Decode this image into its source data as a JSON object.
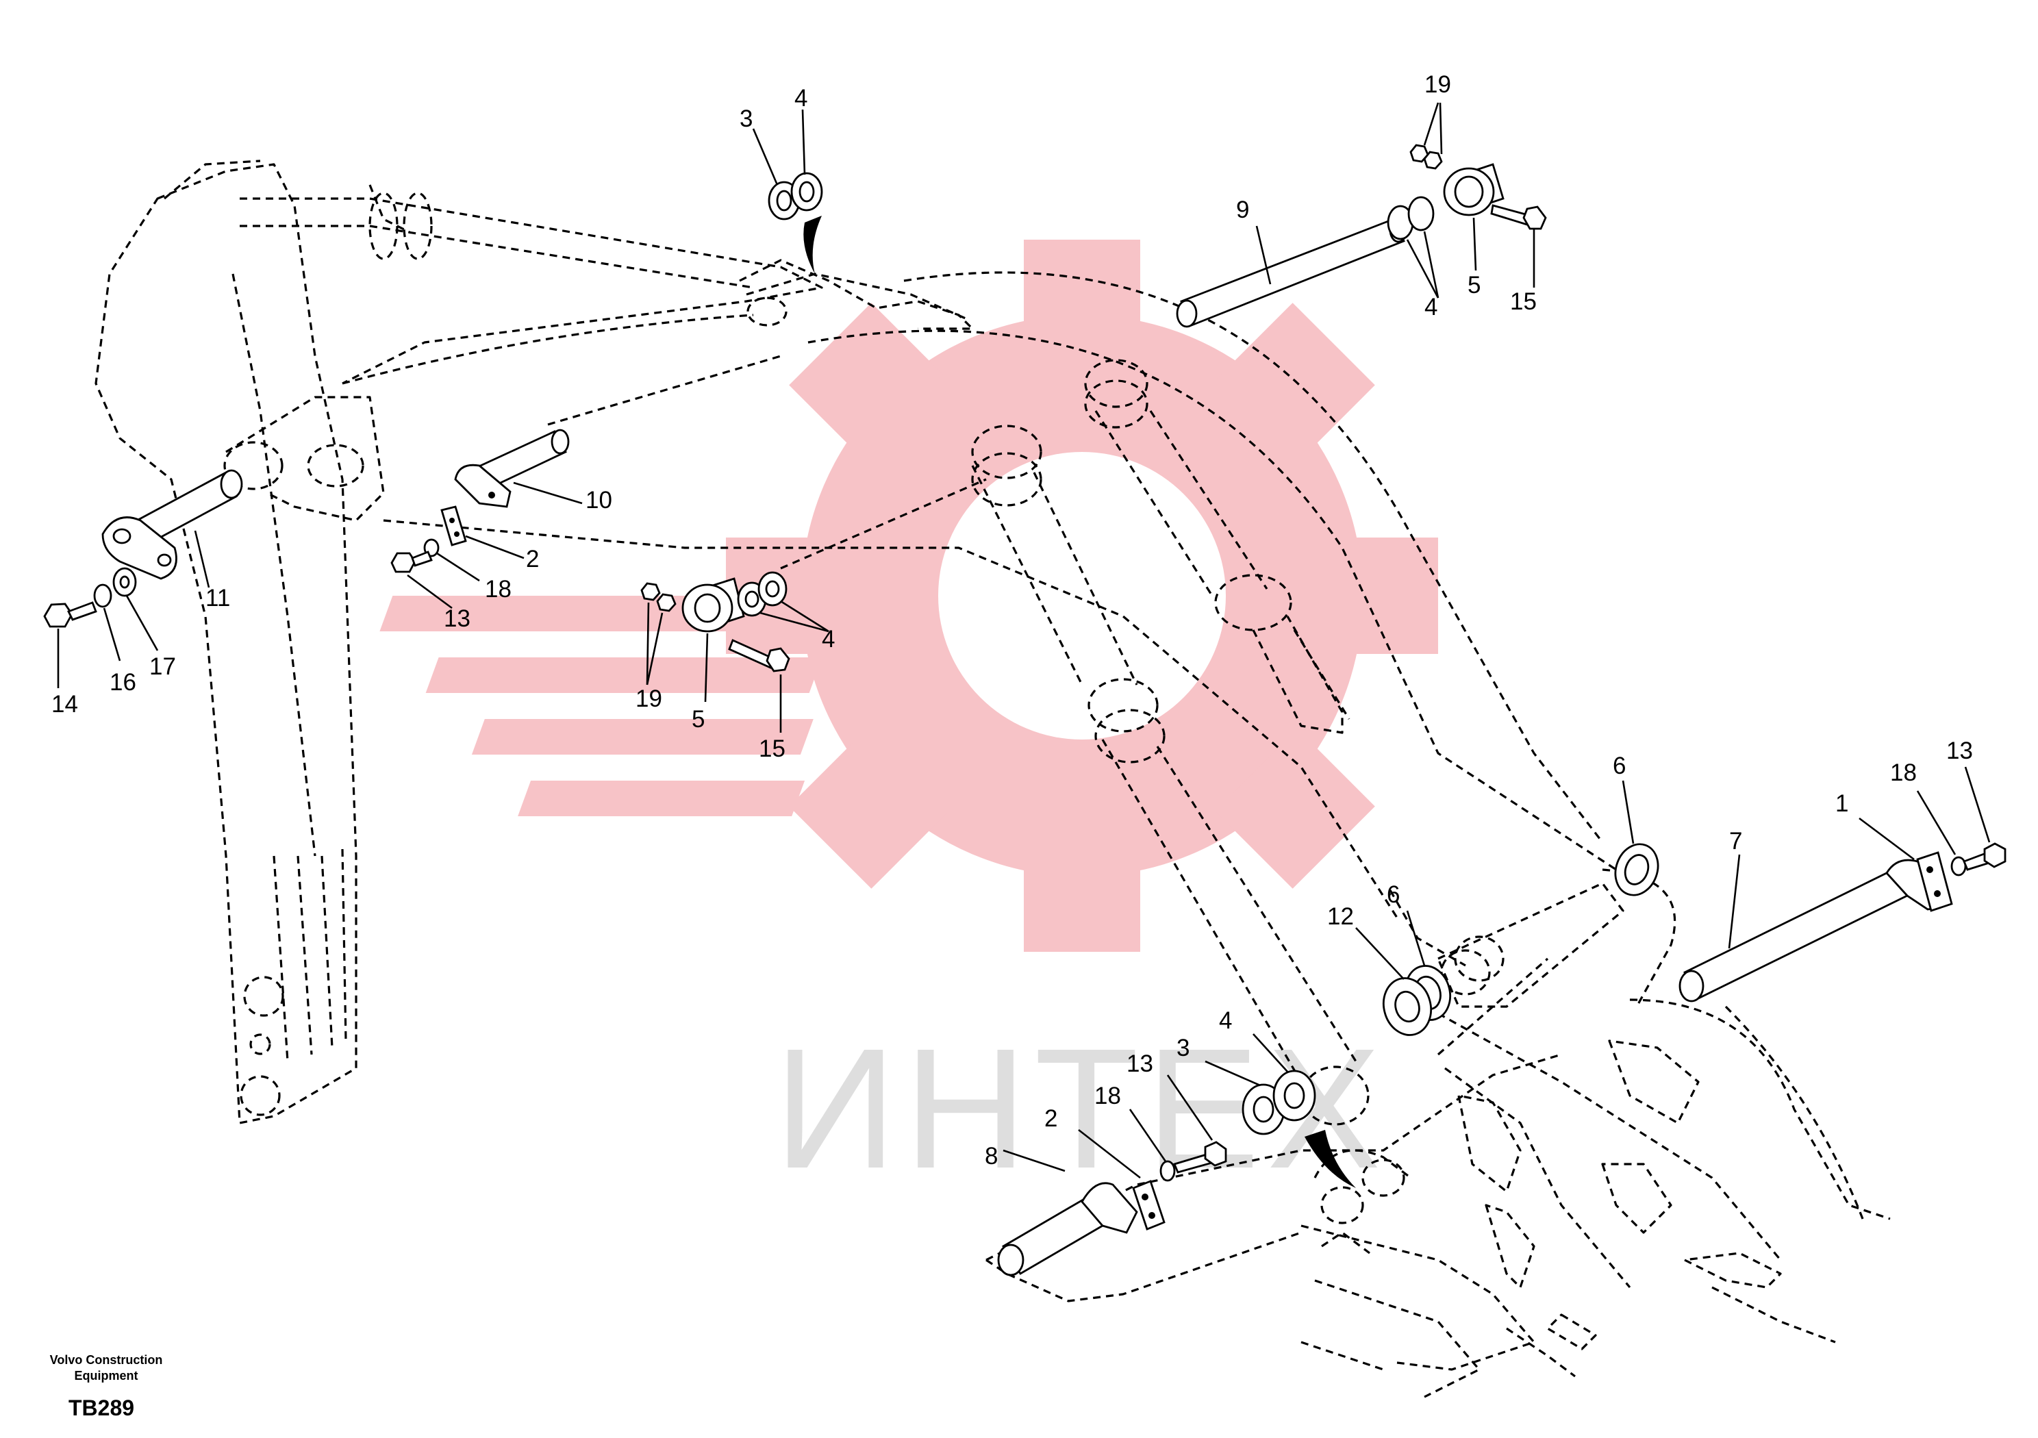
{
  "footer": {
    "brand_line1": "Volvo Construction",
    "brand_line2": "Equipment",
    "diagram_code": "TB289"
  },
  "watermark": {
    "text": "ИНТЕХ",
    "gear_color": "#f6b9bd",
    "text_color": "#d9d9d9"
  },
  "callouts": {
    "c1": "1",
    "c2a": "2",
    "c2b": "2",
    "c3a": "3",
    "c3b": "3",
    "c4a": "4",
    "c4b": "4",
    "c4c": "4",
    "c4d": "4",
    "c5a": "5",
    "c5b": "5",
    "c6a": "6",
    "c6b": "6",
    "c7": "7",
    "c8": "8",
    "c9": "9",
    "c10": "10",
    "c11": "11",
    "c12": "12",
    "c13a": "13",
    "c13b": "13",
    "c13c": "13",
    "c14": "14",
    "c15a": "15",
    "c15b": "15",
    "c16": "16",
    "c17": "17",
    "c18a": "18",
    "c18b": "18",
    "c18c": "18",
    "c19a": "19",
    "c19b": "19"
  }
}
